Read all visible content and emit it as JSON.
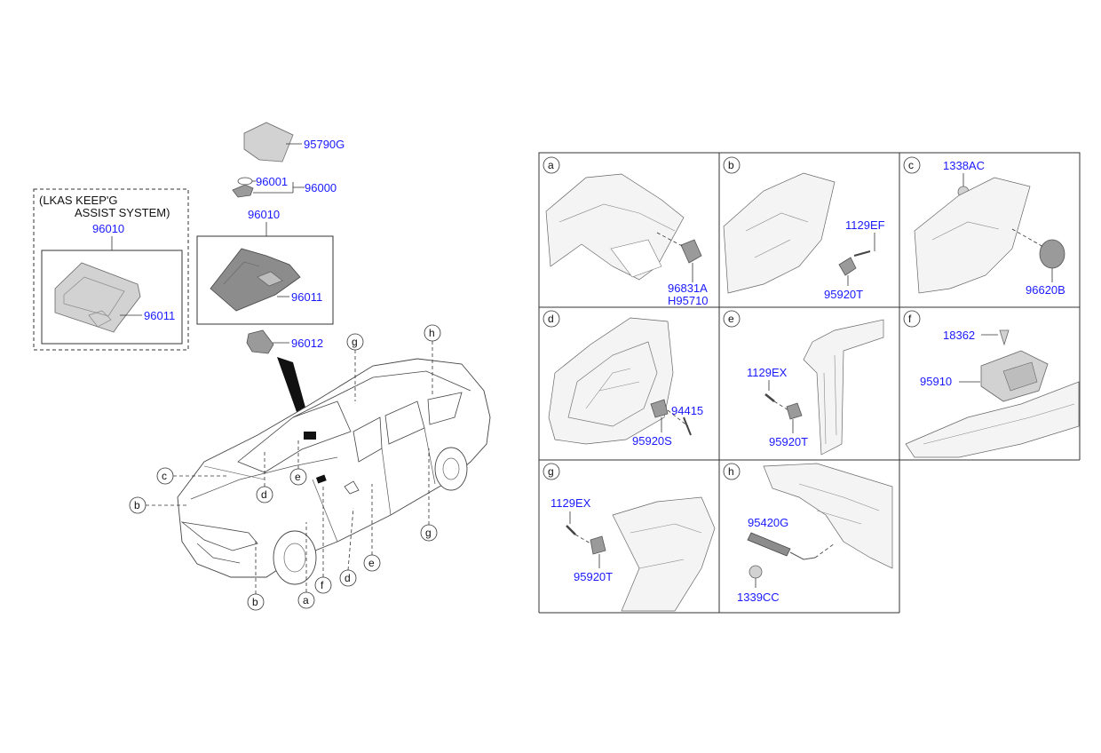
{
  "left": {
    "lkas_label_1": "(LKAS KEEP'G",
    "lkas_label_2": "ASSIST SYSTEM)",
    "lkas_module_pn": "96010",
    "lkas_cover_pn": "96011",
    "part_95790g": "95790G",
    "part_96001": "96001",
    "part_96000": "96000",
    "module_pn": "96010",
    "cover_pn": "96011",
    "part_96012": "96012"
  },
  "car_callouts": {
    "c": "c",
    "b1": "b",
    "b2": "b",
    "d1": "d",
    "e1": "e",
    "g1": "g",
    "h": "h",
    "a": "a",
    "f": "f",
    "d2": "d",
    "e2": "e",
    "g2": "g"
  },
  "panels": [
    {
      "letter": "a",
      "parts": [
        "96831A",
        "H95710"
      ]
    },
    {
      "letter": "b",
      "parts": [
        "1129EF",
        "95920T"
      ]
    },
    {
      "letter": "c",
      "parts": [
        "1338AC",
        "96620B"
      ]
    },
    {
      "letter": "d",
      "parts": [
        "94415",
        "95920S"
      ]
    },
    {
      "letter": "e",
      "parts": [
        "1129EX",
        "95920T"
      ]
    },
    {
      "letter": "f",
      "parts": [
        "18362",
        "95910"
      ]
    },
    {
      "letter": "g",
      "parts": [
        "1129EX",
        "95920T"
      ]
    },
    {
      "letter": "h",
      "parts": [
        "95420G",
        "1339CC"
      ]
    }
  ]
}
